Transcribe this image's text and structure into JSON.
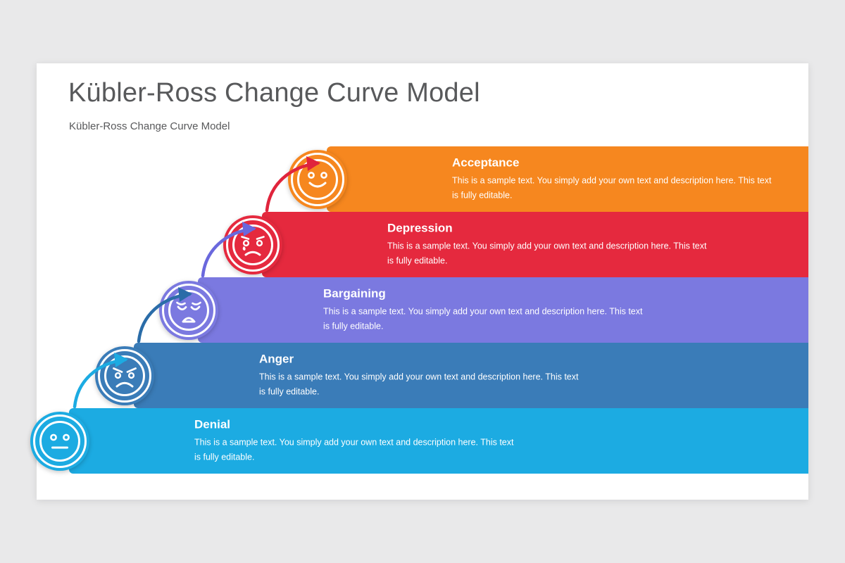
{
  "slide": {
    "title": "Kübler-Ross Change Curve Model",
    "subtitle": "Kübler-Ross Change Curve Model",
    "background_color": "#e9e9ea",
    "card_color": "#ffffff",
    "title_color": "#58595b"
  },
  "chart_data": {
    "type": "diagram",
    "title": "Kübler-Ross Change Curve Model",
    "subtitle": "Kübler-Ross Change Curve Model",
    "layout": "ascending-staircase",
    "stage_count": 5,
    "order": "bottom-to-top",
    "stages": [
      {
        "index": 1,
        "label": "Denial",
        "description": "This is a sample text. You simply add your own text and description here. This text is fully editable.",
        "color": "#1cabe2",
        "icon": "neutral-face-icon",
        "arrow_color": "#1cabe2"
      },
      {
        "index": 2,
        "label": "Anger",
        "description": "This is a sample text. You simply add your own text and description here. This text is fully editable.",
        "color": "#3a7cb8",
        "icon": "angry-face-icon",
        "arrow_color": "#2a6ca8"
      },
      {
        "index": 3,
        "label": "Bargaining",
        "description": "This is a sample text. You simply add your own text and description here. This text is fully editable.",
        "color": "#7b79e0",
        "icon": "distressed-face-icon",
        "arrow_color": "#6a68dd"
      },
      {
        "index": 4,
        "label": "Depression",
        "description": "This is a sample text. You simply add your own text and description here. This text is fully editable.",
        "color": "#e5293e",
        "icon": "crying-face-icon",
        "arrow_color": "#e0243c"
      },
      {
        "index": 5,
        "label": "Acceptance",
        "description": "This is a sample text. You simply add your own text and description here. This text is fully editable.",
        "color": "#f6871f",
        "icon": "smiling-face-icon",
        "arrow_color": "#f6871f"
      }
    ]
  }
}
